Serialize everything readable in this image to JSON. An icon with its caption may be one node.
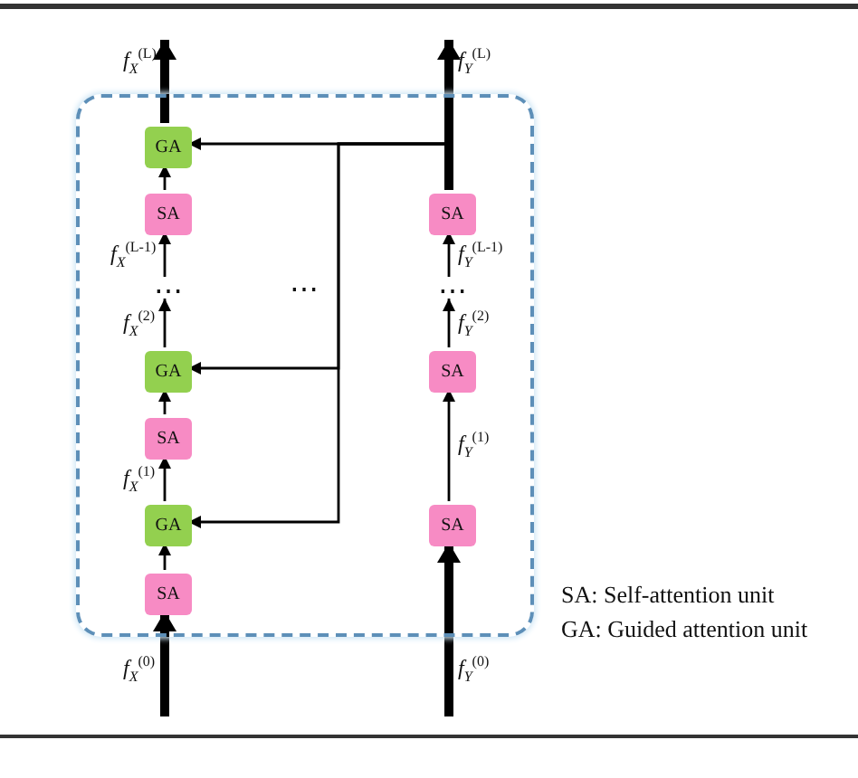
{
  "diagram": {
    "nodes": [
      {
        "text": [],
        "shape": "box"
      },
      {
        "text": [
          "SA"
        ],
        "in": 0
      },
      {
        "text": [
          "GA"
        ],
        "in": 0
      },
      {
        "text": [
          "SA"
        ],
        "in": 0
      },
      {
        "text": [
          "GA"
        ],
        "in": 0
      },
      {
        "text": [
          "⋯"
        ],
        "in": 0
      },
      {
        "text": [
          "SA"
        ],
        "in": 0
      },
      {
        "text": [
          "GA"
        ],
        "in": 0
      },
      {
        "text": [
          "SA"
        ],
        "in": 0
      },
      {
        "text": [
          "SA"
        ],
        "in": 0
      },
      {
        "text": [
          "⋯"
        ],
        "in": 0
      },
      {
        "text": [
          "SA"
        ],
        "in": 0
      }
    ],
    "edges": [
      {
        "from": null,
        "to": 1,
        "arrow": "to",
        "label": "*f*$_{X}$$^{(0)}$",
        "style": "thick"
      },
      {
        "from": 1,
        "to": 2,
        "arrow": "to"
      },
      {
        "from": 2,
        "to": 3,
        "arrow": "to",
        "label": "*f*$_{X}$$^{(1)}$"
      },
      {
        "from": 3,
        "to": 4,
        "arrow": "to"
      },
      {
        "from": 4,
        "to": 5,
        "arrow": "to",
        "label": "*f*$_{X}$$^{(2)}$"
      },
      {
        "from": 5,
        "to": 6,
        "arrow": "to",
        "label": "*f*$_{X}$$^{(L-1)}$"
      },
      {
        "from": 6,
        "to": 7,
        "arrow": "to"
      },
      {
        "from": 7,
        "to": null,
        "arrow": "to",
        "label": "*f*$_{X}$$^{(L)}$",
        "style": "thick"
      },
      {
        "from": null,
        "to": 8,
        "arrow": "to",
        "label": "*f*$_{Y}$$^{(0)}$",
        "style": "thick"
      },
      {
        "from": 8,
        "to": 9,
        "arrow": "to",
        "label": "*f*$_{Y}$$^{(1)}$"
      },
      {
        "from": 9,
        "to": 10,
        "arrow": "to",
        "label": "*f*$_{Y}$$^{(2)}$"
      },
      {
        "from": 10,
        "to": 11,
        "arrow": "to",
        "label": "*f*$_{Y}$$^{(L-1)}$"
      },
      {
        "from": 11,
        "to": null,
        "arrow": "to",
        "label": "*f*$_{Y}$$^{(L)}$",
        "style": "thick"
      },
      {
        "from": 11,
        "to": 7,
        "arrow": "to"
      },
      {
        "from": 11,
        "to": 4,
        "arrow": "to"
      },
      {
        "from": 11,
        "to": 2,
        "arrow": "to"
      }
    ],
    "labels": [
      "⋯",
      "SA: Self-attention unit",
      "GA: Guided attention unit"
    ]
  }
}
